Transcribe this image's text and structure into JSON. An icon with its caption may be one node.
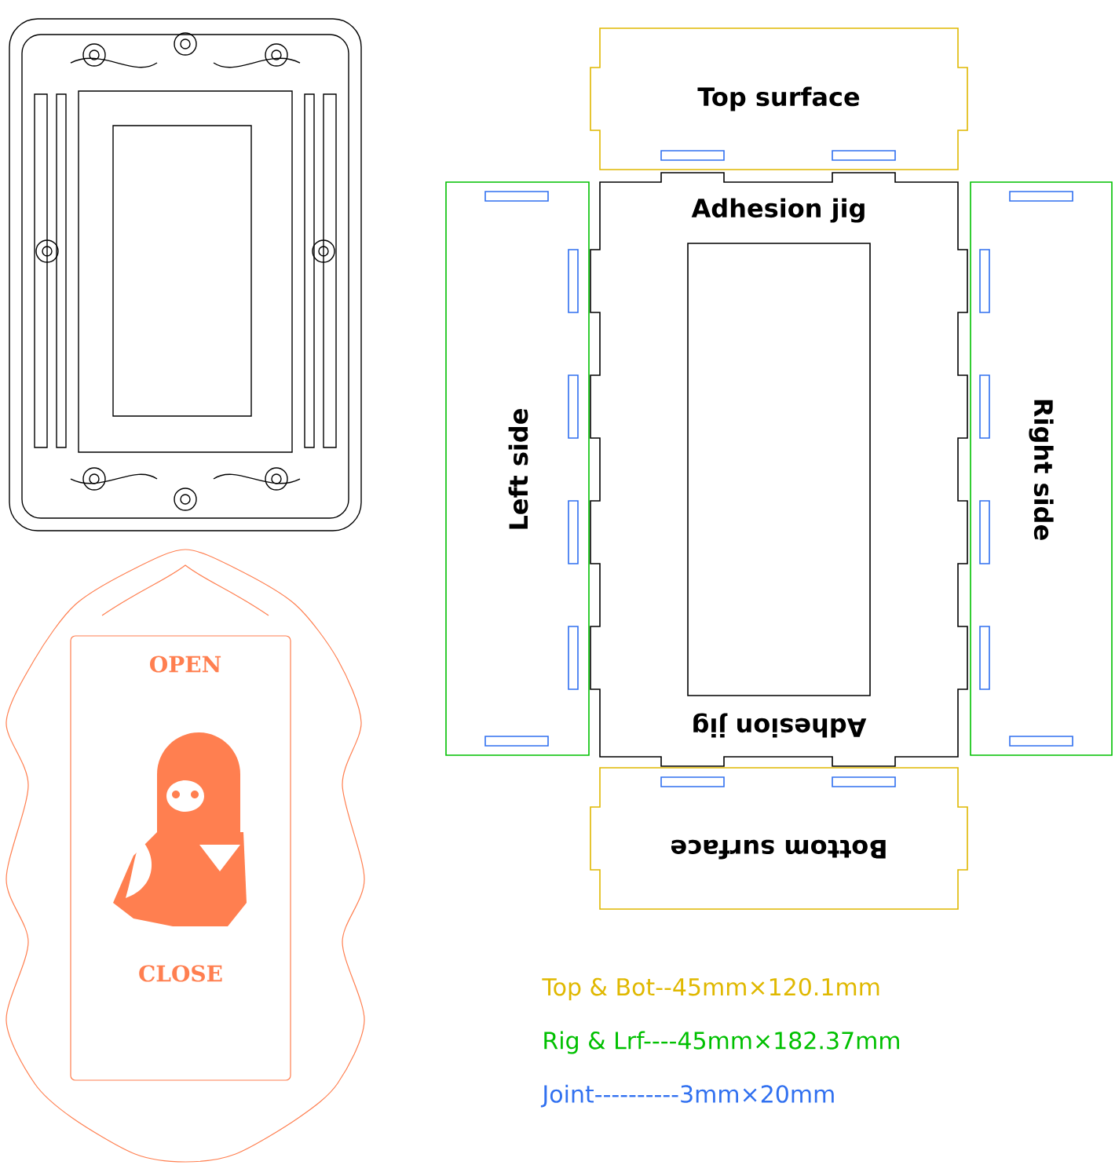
{
  "diagram": {
    "nodes": [
      {
        "text": [],
        "shape": "picture"
      },
      {
        "text": [
          "OPEN",
          "CLOSE"
        ]
      },
      {
        "text": [
          "Top surface"
        ]
      },
      {
        "text": [
          "Left side"
        ]
      },
      {
        "text": [
          "Adhesion jig",
          "Adhesion jig"
        ]
      },
      {
        "text": [
          "Right side"
        ]
      },
      {
        "text": [
          "Bottom surface"
        ]
      }
    ],
    "edges": [],
    "labels": [
      "Top & Bot--45mm×120.1mm",
      "Rig & Lrf----45mm×182.37mm",
      "Joint----------3mm×20mm"
    ]
  }
}
